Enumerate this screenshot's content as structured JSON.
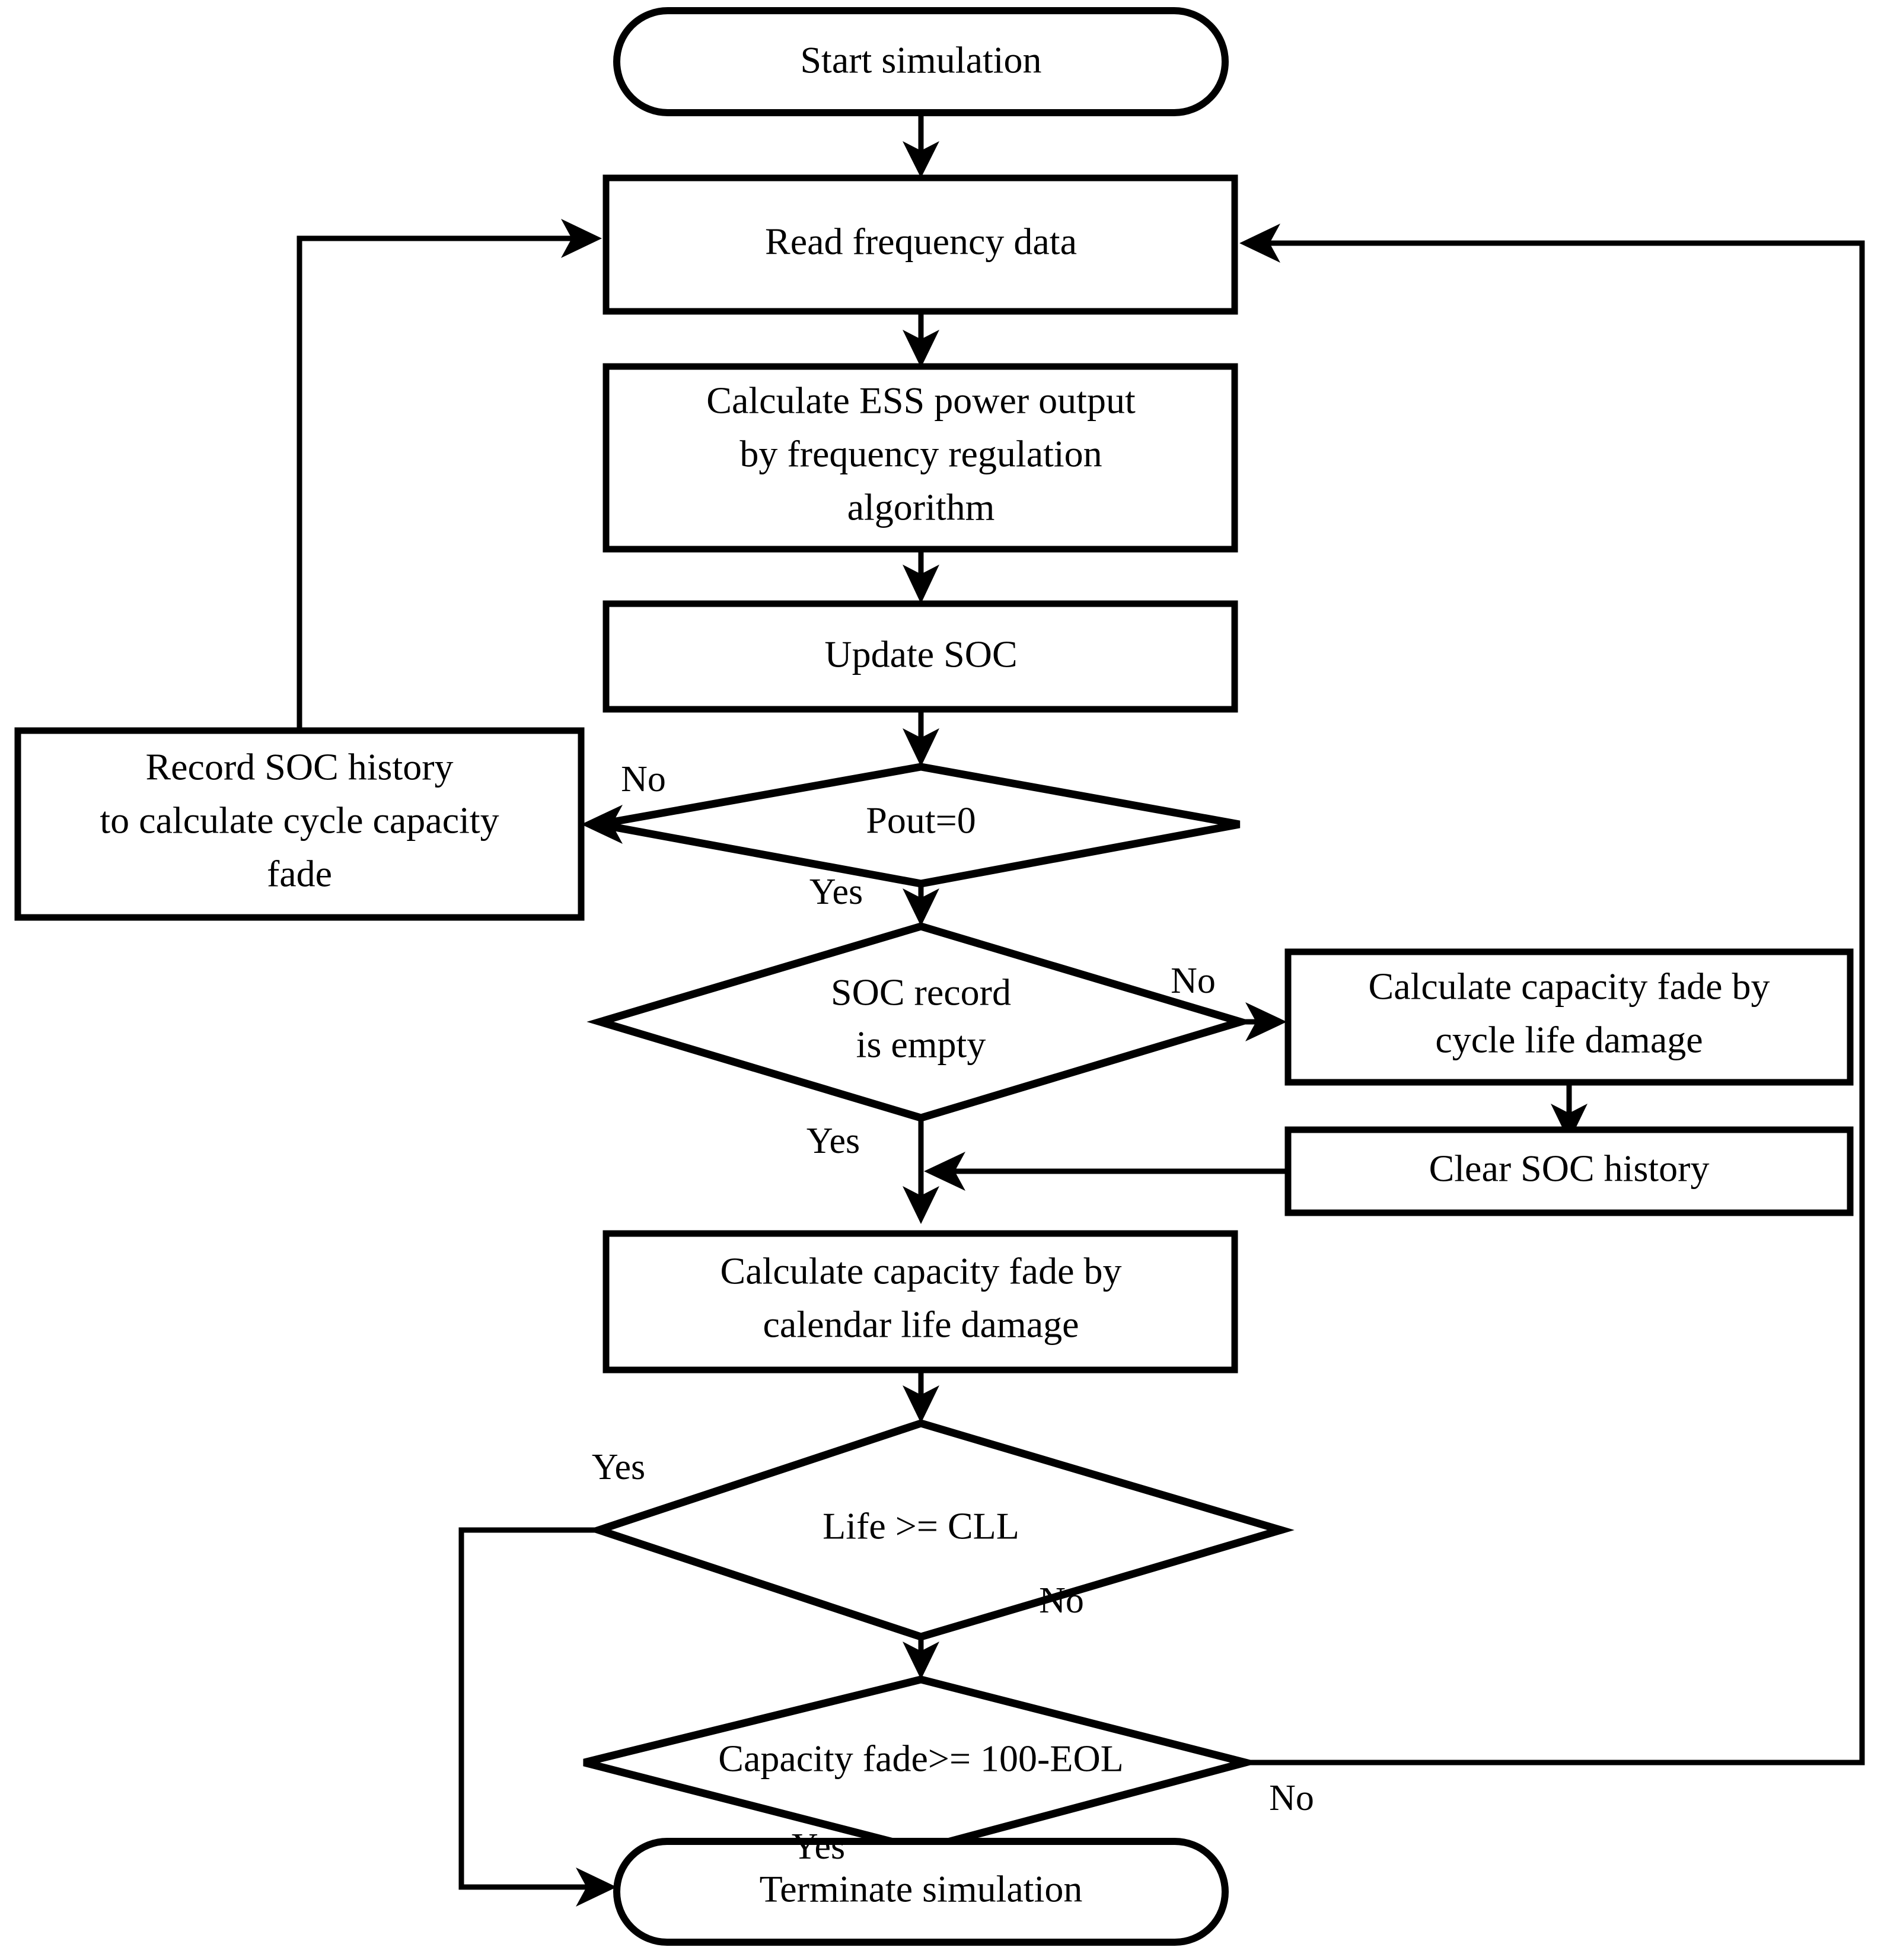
{
  "diagram": {
    "type": "flowchart",
    "title": "ESS battery life simulation flowchart",
    "colors": {
      "background": "#ffffff",
      "stroke": "#000000",
      "fill": "#ffffff",
      "text": "#000000"
    },
    "nodes": [
      {
        "id": "start",
        "shape": "terminator",
        "lines": [
          "Start simulation"
        ]
      },
      {
        "id": "read_freq",
        "shape": "process",
        "lines": [
          "Read frequency data"
        ]
      },
      {
        "id": "calc_ess",
        "shape": "process",
        "lines": [
          "Calculate ESS power output",
          "by frequency regulation",
          "algorithm"
        ]
      },
      {
        "id": "update_soc",
        "shape": "process",
        "lines": [
          "Update SOC"
        ]
      },
      {
        "id": "pout_zero",
        "shape": "decision",
        "lines": [
          "Pout=0"
        ]
      },
      {
        "id": "record_soc",
        "shape": "process",
        "lines": [
          "Record SOC history",
          "to calculate cycle capacity",
          "fade"
        ]
      },
      {
        "id": "soc_empty",
        "shape": "decision",
        "lines": [
          "SOC record",
          "is empty"
        ]
      },
      {
        "id": "calc_cycle",
        "shape": "process",
        "lines": [
          "Calculate capacity fade by",
          "cycle life damage"
        ]
      },
      {
        "id": "clear_soc",
        "shape": "process",
        "lines": [
          "Clear SOC history"
        ]
      },
      {
        "id": "calc_calendar",
        "shape": "process",
        "lines": [
          "Calculate capacity fade by",
          "calendar life damage"
        ]
      },
      {
        "id": "life_cll",
        "shape": "decision",
        "lines": [
          "Life >= CLL"
        ]
      },
      {
        "id": "fade_eol",
        "shape": "decision",
        "lines": [
          "Capacity fade>= 100-EOL"
        ]
      },
      {
        "id": "terminate",
        "shape": "terminator",
        "lines": [
          "Terminate simulation"
        ]
      }
    ],
    "edge_labels": {
      "pout_no": "No",
      "pout_yes": "Yes",
      "soc_empty_no": "No",
      "soc_empty_yes": "Yes",
      "life_cll_yes": "Yes",
      "life_cll_no": "No",
      "fade_eol_yes": "Yes",
      "fade_eol_no": "No"
    }
  }
}
